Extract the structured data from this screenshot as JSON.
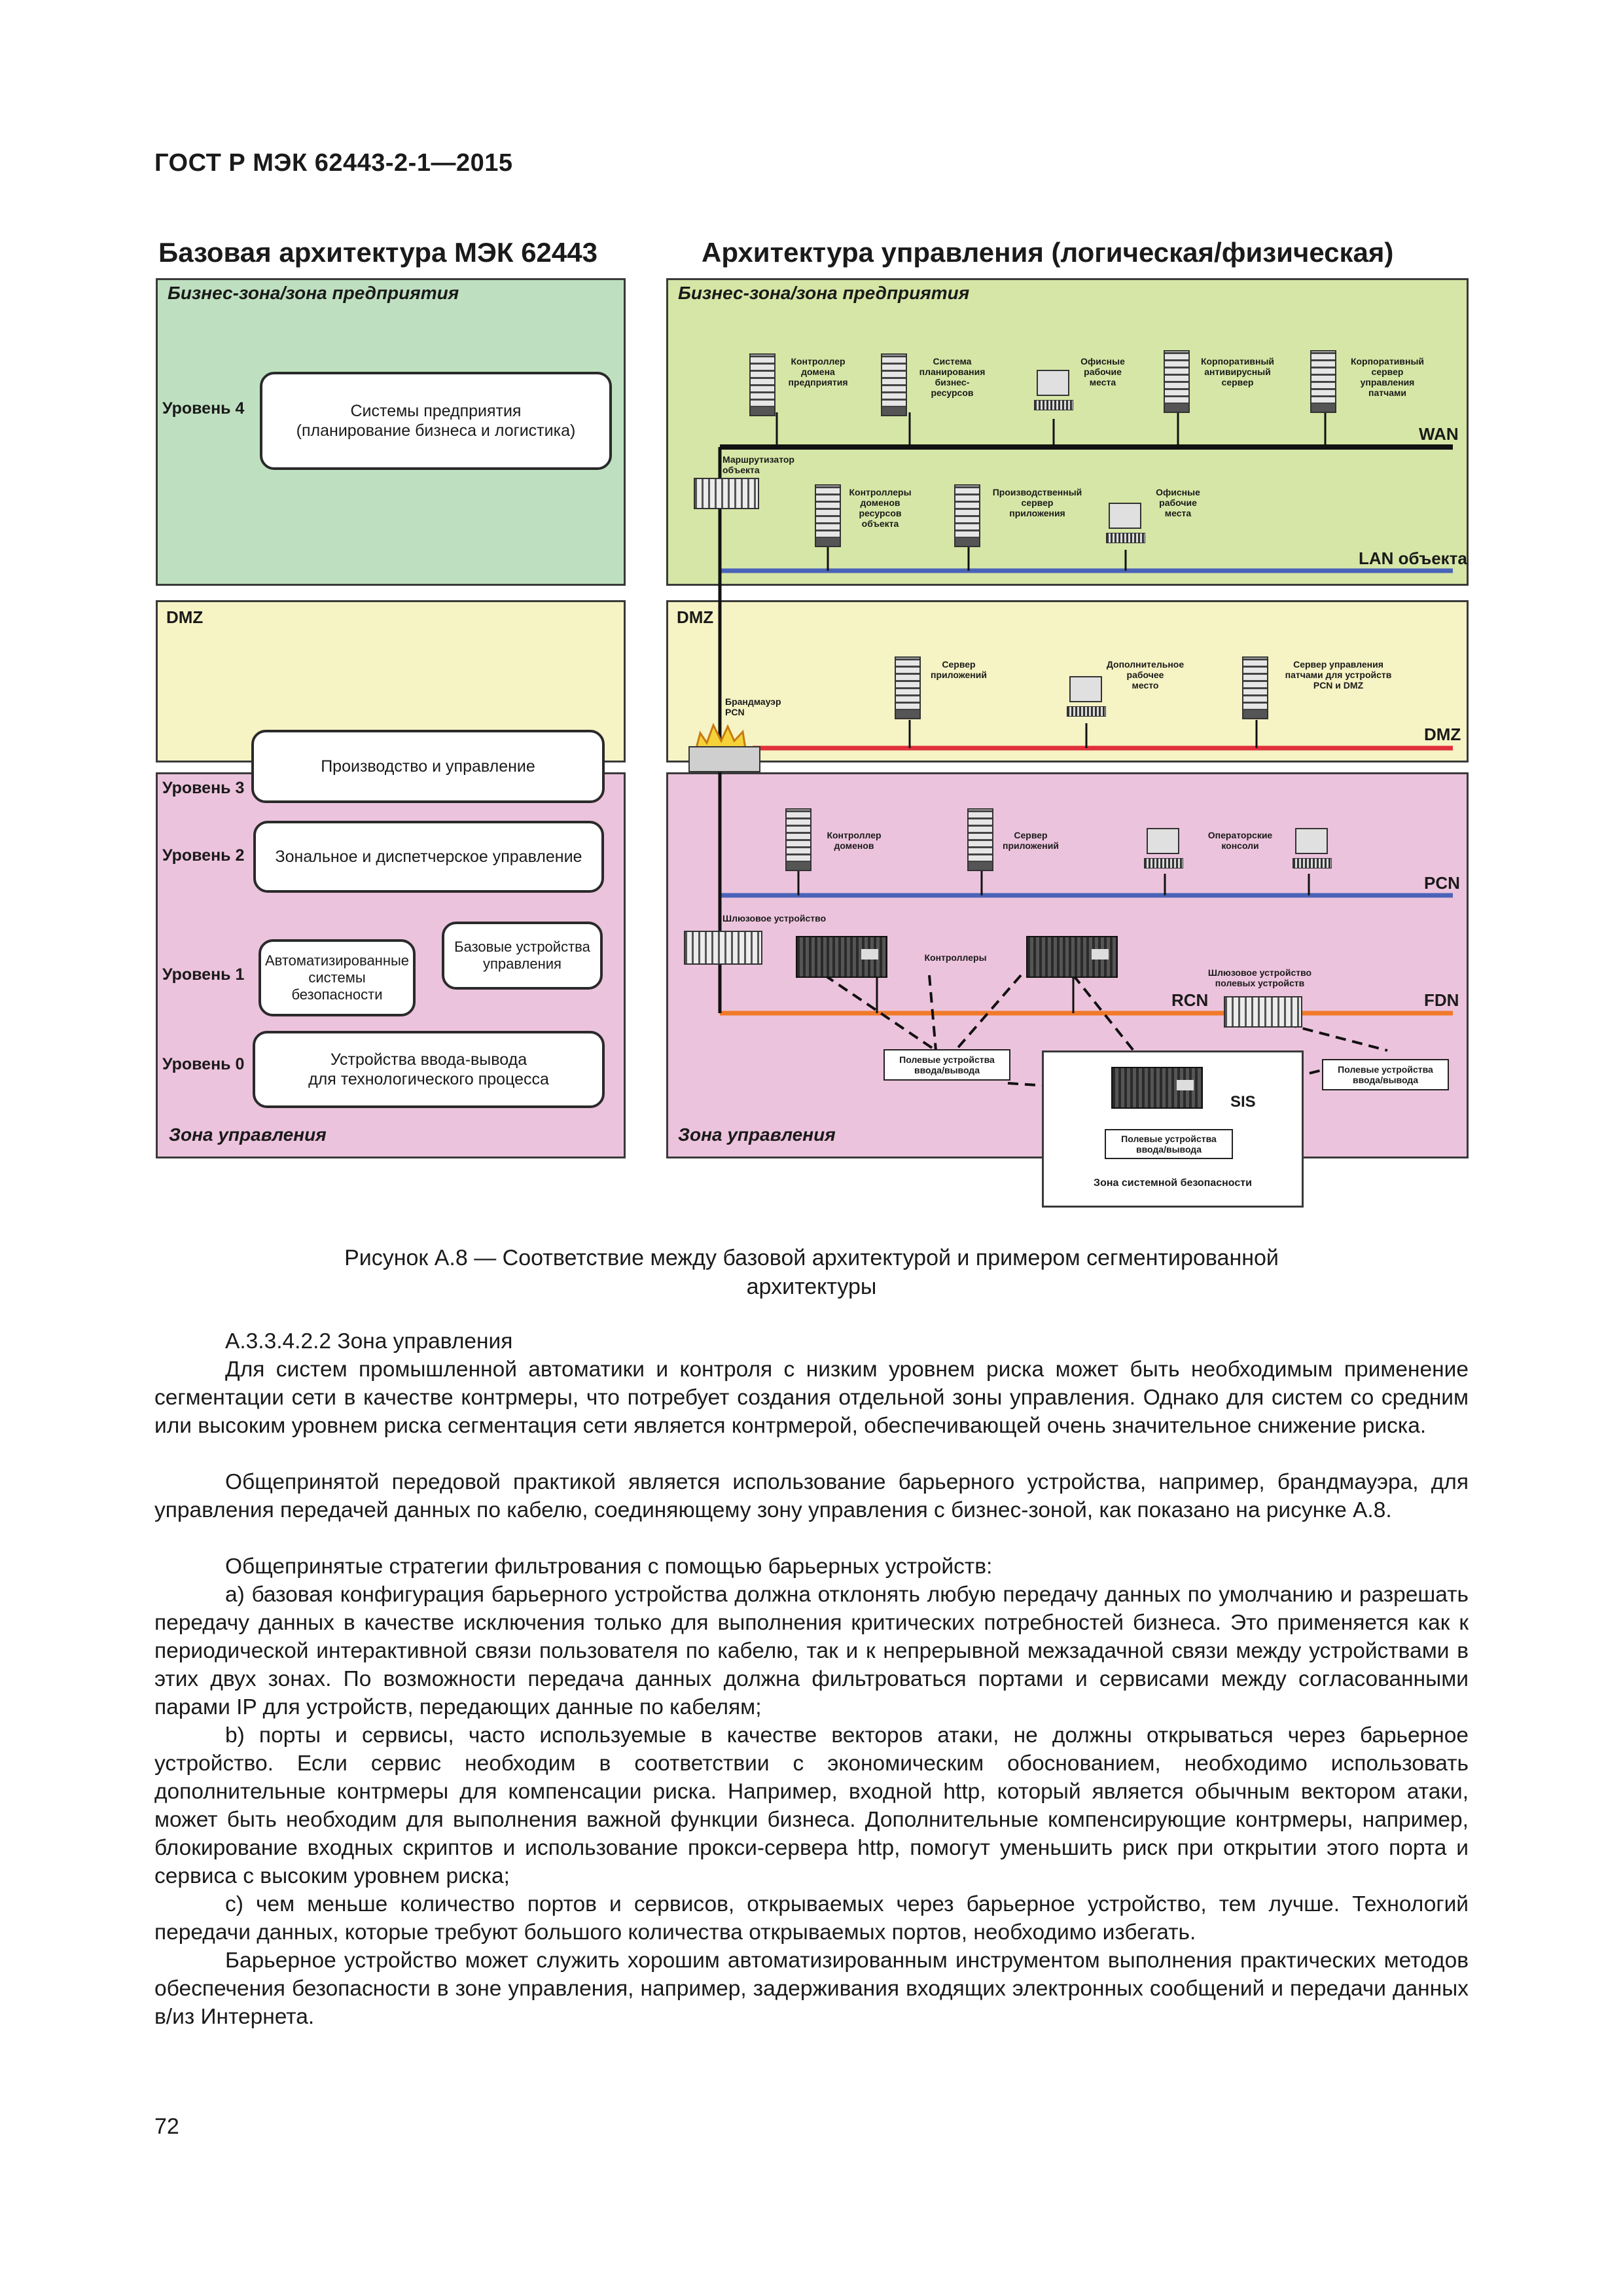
{
  "header": {
    "standard": "ГОСТ Р МЭК 62443-2-1—2015"
  },
  "figure": {
    "left_title": "Базовая архитектура МЭК 62443",
    "right_title": "Архитектура управления (логическая/физическая)",
    "zones": {
      "business": "Бизнес-зона/зона предприятия",
      "dmz": "DMZ",
      "control": "Зона управления",
      "safety": "Зона системной безопасности"
    },
    "levels": {
      "l4": "Уровень 4",
      "l3": "Уровень 3",
      "l2": "Уровень 2",
      "l1": "Уровень 1",
      "l0": "Уровень 0"
    },
    "boxes": {
      "enterprise": "Системы предприятия\n(планирование бизнеса и логистика)",
      "production": "Производство и управление",
      "zonal": "Зональное и диспетчерское управление",
      "auto_safety": "Автоматизированные\nсистемы\nбезопасности",
      "basic_control": "Базовые устройства\nуправления",
      "io": "Устройства ввода-вывода\nдля технологического процесса"
    },
    "networks": {
      "wan": "WAN",
      "lan": "LAN объекта",
      "dmz": "DMZ",
      "pcn": "PCN",
      "rcn": "RCN",
      "fdn": "FDN",
      "sis": "SIS"
    },
    "devices": {
      "domain_controller": "Контроллер\nдомена\nпредприятия",
      "erp": "Система\nпланирования\nбизнес-\nресурсов",
      "office_ws": "Офисные\nрабочие\nместа",
      "antivirus": "Корпоративный\nантивирусный\nсервер",
      "patch_server": "Корпоративный\nсервер\nуправления\nпатчами",
      "router": "Маршрутизатор\nобъекта",
      "resource_dc": "Контроллеры\nдоменов\nресурсов\nобъекта",
      "prod_server": "Производственный\nсервер\nприложения",
      "office_ws2": "Офисные\nрабочие\nместа",
      "firewall": "Брандмауэр\nPCN",
      "app_server": "Сервер\nприложений",
      "extra_ws": "Дополнительное\nрабочее\nместо",
      "pcn_patch": "Сервер управления\nпатчами для устройств\nPCN и DMZ",
      "domain_ctrls": "Контроллер\nдоменов",
      "app_server2": "Сервер\nприложений",
      "operator": "Операторские\nконсоли",
      "gateway": "Шлюзовое устройство",
      "controllers": "Контроллеры",
      "field_gateway": "Шлюзовое устройство\nполевых устройств",
      "field_io_1": "Полевые устройства\nввода/вывода",
      "field_io_2": "Полевые устройства\nввода/вывода",
      "field_io_3": "Полевые устройства\nввода/вывода"
    },
    "caption": "Рисунок А.8 — Соответствие между базовой архитектурой и примером сегментированной\nархитектуры"
  },
  "text": {
    "section": "А.3.3.4.2.2 Зона управления",
    "p1": "Для систем промышленной автоматики и контроля с низким уровнем риска может быть необходимым применение сегментации сети в качестве контрмеры, что потребует создания отдельной зоны управления. Однако для систем со средним или высоким уровнем риска сегментация сети является контрмерой, обеспечивающей очень значительное снижение риска.",
    "p2": "Общепринятой передовой практикой является использование барьерного устройства, например, брандмауэра, для управления передачей данных по кабелю, соединяющему зону управления с бизнес-зоной, как показано на рисунке А.8.",
    "p3": "Общепринятые стратегии фильтрования с помощью барьерных устройств:",
    "pa": "a) базовая конфигурация барьерного устройства должна отклонять любую передачу данных по умолчанию и разрешать передачу данных в качестве исключения только для выполнения критических потребностей бизнеса. Это применяется как к периодической интерактивной связи пользователя по кабелю, так и к непрерывной межзадачной связи между устройствами в этих двух зонах. По возможности передача данных должна фильтроваться портами и сервисами между согласованными парами IP для устройств, передающих данные по кабелям;",
    "pb": "b) порты и сервисы, часто используемые в качестве векторов атаки, не должны открываться через барьерное устройство. Если сервис необходим в соответствии с экономическим обоснованием, необходимо использовать дополнительные контрмеры для компенсации риска. Например, входной http, который является обычным вектором атаки, может быть необходим для выполнения важной функции бизнеса. Дополнительные компенсирующие контрмеры, например, блокирование входных скриптов и использование прокси-сервера http, помогут уменьшить риск при открытии этого порта и сервиса с высоким уровнем риска;",
    "pc": "c) чем меньше количество портов и сервисов, открываемых через барьерное устройство, тем лучше. Технологий передачи данных, которые требуют большого количества открываемых портов, необходимо избегать.",
    "p4": "Барьерное устройство может служить хорошим автоматизированным инструментом выполнения практических методов обеспечения безопасности в зоне управления, например, задерживания входящих электронных сообщений и передачи данных в/из Интернета."
  },
  "page_number": "72",
  "colors": {
    "business_left": "#bfe0c0",
    "business_right": "#d6e6a6",
    "dmz": "#f6f3c4",
    "control": "#ecc3dc",
    "wan_line": "#111111",
    "lan_line": "#4a63b8",
    "dmz_line": "#e0303a",
    "fdn_line": "#f07a2a"
  }
}
